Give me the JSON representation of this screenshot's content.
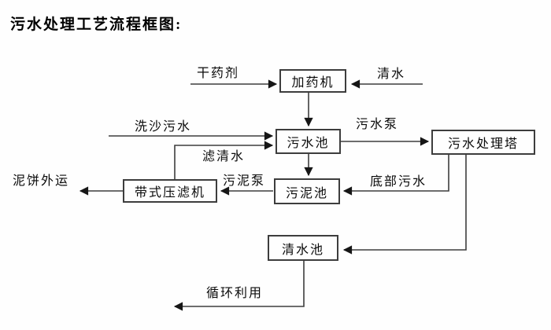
{
  "title": "污水处理工艺流程框图:",
  "nodes": {
    "dosing_machine": "加药机",
    "sewage_pool": "污水池",
    "treatment_tower": "污水处理塔",
    "sludge_pool": "污泥池",
    "belt_filter_press": "带式压滤机",
    "clean_water_pool": "清水池"
  },
  "labels": {
    "dry_agent": "干药剂",
    "clean_water": "清水",
    "sand_washing_sewage": "洗沙污水",
    "filtered_water": "滤清水",
    "sewage_pump": "污水泵",
    "bottom_sewage": "底部污水",
    "sludge_pump": "污泥泵",
    "mud_cake_out": "泥饼外运",
    "recycle_use": "循环利用"
  },
  "edges": [
    {
      "from": "dry_agent_input",
      "to": "dosing_machine",
      "label": "干药剂"
    },
    {
      "from": "clean_water_input",
      "to": "dosing_machine",
      "label": "清水"
    },
    {
      "from": "dosing_machine",
      "to": "sewage_pool",
      "label": ""
    },
    {
      "from": "sand_washing_input",
      "to": "sewage_pool",
      "label": "洗沙污水"
    },
    {
      "from": "belt_filter_press",
      "to": "sewage_pool",
      "label": "滤清水"
    },
    {
      "from": "sewage_pool",
      "to": "treatment_tower",
      "label": "污水泵"
    },
    {
      "from": "sewage_pool",
      "to": "sludge_pool",
      "label": ""
    },
    {
      "from": "treatment_tower",
      "to": "sludge_pool",
      "label": "底部污水"
    },
    {
      "from": "sludge_pool",
      "to": "belt_filter_press",
      "label": "污泥泵"
    },
    {
      "from": "belt_filter_press",
      "to": "mud_cake_out",
      "label": "泥饼外运"
    },
    {
      "from": "treatment_tower",
      "to": "clean_water_pool",
      "label": ""
    },
    {
      "from": "clean_water_pool",
      "to": "recycle",
      "label": "循环利用"
    }
  ],
  "colors": {
    "line": "#3d3d3d",
    "arrowhead": "#161616",
    "text": "#0a0a0a",
    "background": "#fefefe"
  }
}
